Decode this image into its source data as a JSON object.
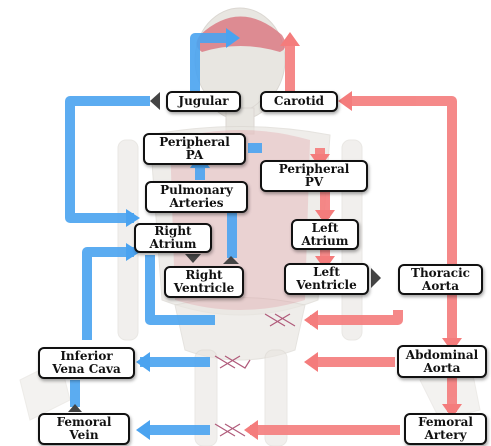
{
  "colors": {
    "venous": "#4aa3f0",
    "arterial": "#f47c7c",
    "box_border": "#111111",
    "bone": "#d6d1c8",
    "organ": "#d9747e"
  },
  "nodes": {
    "jugular": "Jugular",
    "carotid": "Carotid",
    "peripheral_pa": "Peripheral\nPA",
    "peripheral_pv": "Peripheral\nPV",
    "pulmonary_arteries": "Pulmonary\nArteries",
    "left_atrium": "Left\nAtrium",
    "right_atrium": "Right\nAtrium",
    "right_ventricle": "Right\nVentricle",
    "left_ventricle": "Left\nVentricle",
    "thoracic_aorta": "Thoracic\nAorta",
    "inferior_vena_cava": "Inferior\nVena Cava",
    "abdominal_aorta": "Abdominal\nAorta",
    "femoral_vein": "Femoral\nVein",
    "femoral_artery": "Femoral\nArtery"
  }
}
